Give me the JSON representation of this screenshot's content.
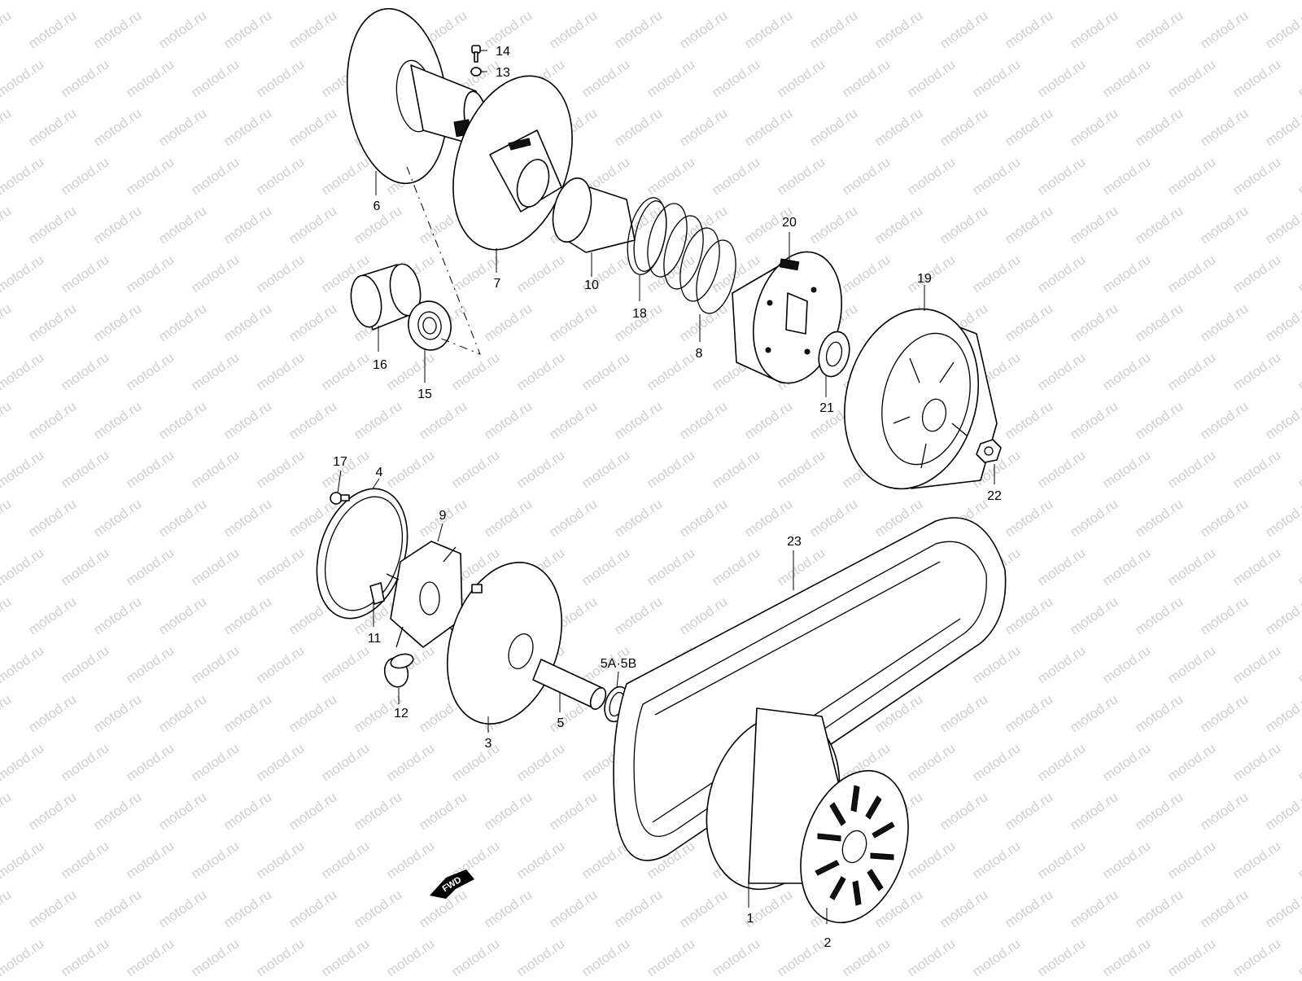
{
  "watermark": "motod.ru",
  "fwd_label": "FWD",
  "labels": {
    "p1": "1",
    "p2": "2",
    "p3": "3",
    "p4": "4",
    "p5": "5",
    "p5ab": "5A·5B",
    "p6": "6",
    "p7": "7",
    "p8": "8",
    "p9": "9",
    "p10": "10",
    "p11": "11",
    "p12": "12",
    "p13": "13",
    "p14": "14",
    "p15": "15",
    "p16": "16",
    "p17": "17",
    "p18": "18",
    "p19": "19",
    "p20": "20",
    "p21": "21",
    "p22": "22",
    "p23": "23"
  }
}
